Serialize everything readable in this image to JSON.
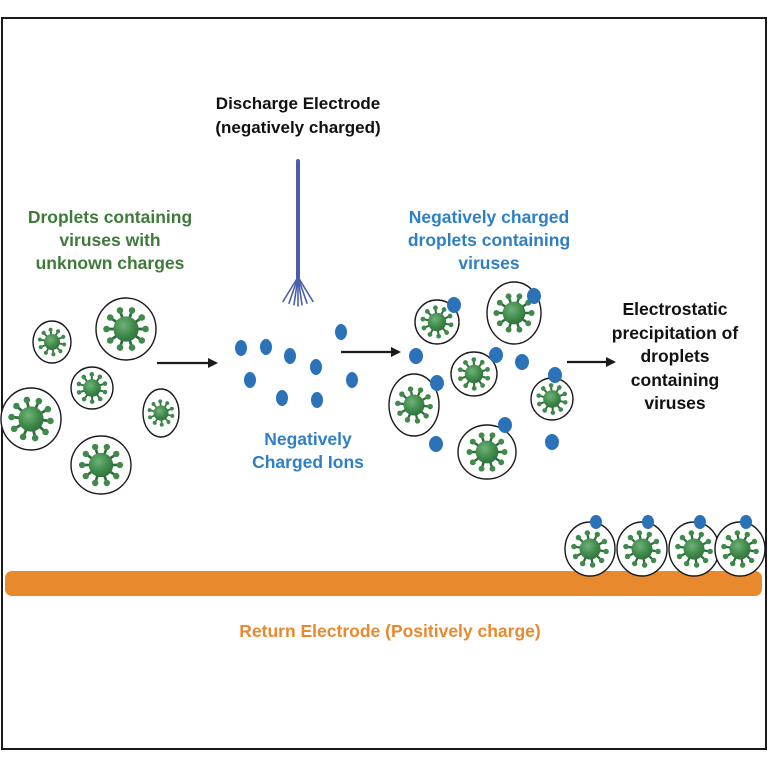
{
  "diagram": {
    "title": "Electrostatic precipitation of virus-laden droplets",
    "labels": {
      "discharge_electrode": "Discharge Electrode\n(negatively charged)",
      "droplets_unknown": "Droplets containing\nviruses with\nunknown charges",
      "negative_droplets": "Negatively charged\ndroplets containing\nviruses",
      "ions": "Negatively\nCharged Ions",
      "precipitation": "Electrostatic\nprecipitation of\ndroplets\ncontaining\nviruses",
      "return_electrode": "Return Electrode (Positively charge)"
    },
    "colors": {
      "text_dark": "#111111",
      "text_green": "#3f7a3b",
      "text_blue": "#2f7fc4",
      "text_orange": "#e8892e",
      "electrode_blue": "#4a5fa8",
      "ion_blue": "#2b72b8",
      "virus_green": "#3f8a4b",
      "virus_dark": "#2f6e3a",
      "return_electrode": "#e8892e",
      "droplet_outline": "#1a1a1a"
    },
    "stages": [
      {
        "id": "uncharged",
        "droplet_count": 6,
        "ion_count": 0
      },
      {
        "id": "ionization",
        "ion_count": 9
      },
      {
        "id": "charged",
        "droplet_count": 6,
        "ion_count": 10
      },
      {
        "id": "precipitated",
        "droplet_count": 4,
        "ion_count": 4
      }
    ],
    "arrows": [
      "droplets-to-ions",
      "ions-to-charged-droplets",
      "charged-droplets-to-precipitation"
    ]
  }
}
